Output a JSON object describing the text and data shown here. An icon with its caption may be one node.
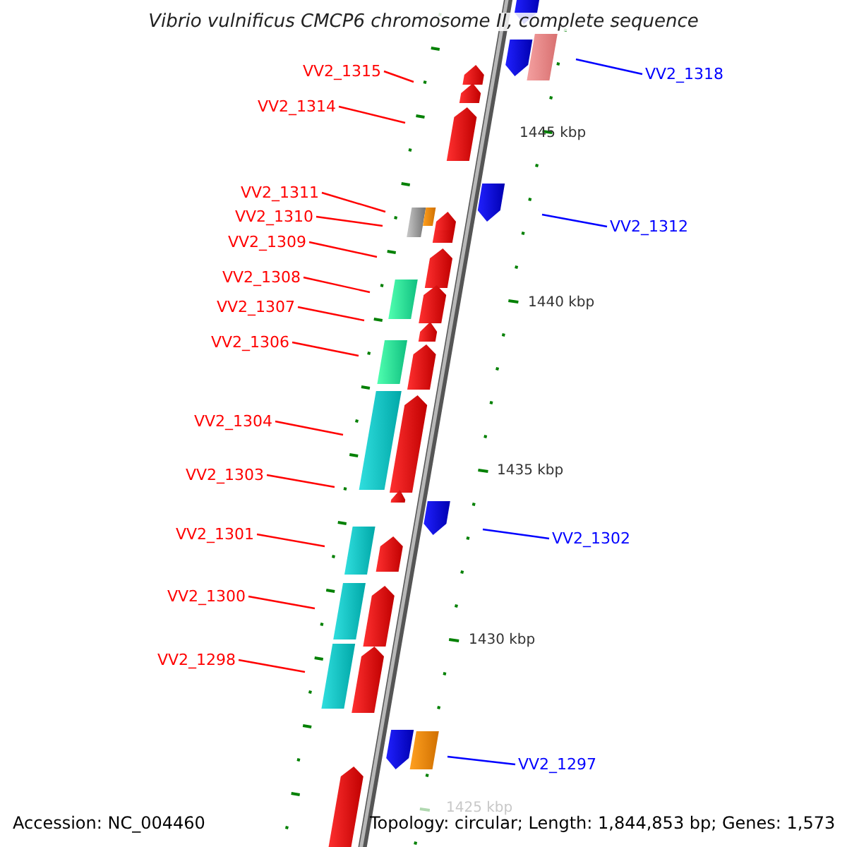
{
  "diagram": {
    "title": "Vibrio vulnificus CMCP6 chromosome II, complete sequence",
    "nodes": [
      {
        "text": [
          "VV2_1315"
        ]
      },
      {
        "text": [
          "VV2_1314"
        ]
      },
      {
        "text": [
          "VV2_1311"
        ]
      },
      {
        "text": [
          "VV2_1310"
        ]
      },
      {
        "text": [
          "VV2_1309"
        ]
      },
      {
        "text": [
          "VV2_1308"
        ]
      },
      {
        "text": [
          "VV2_1307"
        ]
      },
      {
        "text": [
          "VV2_1306"
        ]
      },
      {
        "text": [
          "VV2_1304"
        ]
      },
      {
        "text": [
          "VV2_1303"
        ]
      },
      {
        "text": [
          "VV2_1301"
        ]
      },
      {
        "text": [
          "VV2_1300"
        ]
      },
      {
        "text": [
          "VV2_1298"
        ]
      },
      {
        "text": [
          "VV2_1318"
        ]
      },
      {
        "text": [
          "VV2_1312"
        ]
      },
      {
        "text": [
          "VV2_1302"
        ]
      },
      {
        "text": [
          "VV2_1297"
        ]
      }
    ],
    "edges": [
      {
        "from": 0,
        "to": null,
        "arrow": "none"
      },
      {
        "from": 1,
        "to": null,
        "arrow": "none"
      },
      {
        "from": 2,
        "to": null,
        "arrow": "none"
      },
      {
        "from": 3,
        "to": null,
        "arrow": "none"
      },
      {
        "from": 4,
        "to": null,
        "arrow": "none"
      },
      {
        "from": 5,
        "to": null,
        "arrow": "none"
      },
      {
        "from": 6,
        "to": null,
        "arrow": "none"
      },
      {
        "from": 7,
        "to": null,
        "arrow": "none"
      },
      {
        "from": 8,
        "to": null,
        "arrow": "none"
      },
      {
        "from": 9,
        "to": null,
        "arrow": "none"
      },
      {
        "from": 10,
        "to": null,
        "arrow": "none"
      },
      {
        "from": 11,
        "to": null,
        "arrow": "none"
      },
      {
        "from": 12,
        "to": null,
        "arrow": "none"
      },
      {
        "from": 13,
        "to": null,
        "arrow": "none",
        "color": "#0000ff"
      },
      {
        "from": 14,
        "to": null,
        "arrow": "none",
        "color": "#0000ff"
      },
      {
        "from": 15,
        "to": null,
        "arrow": "none",
        "color": "#0000ff"
      },
      {
        "from": 16,
        "to": null,
        "arrow": "none",
        "color": "#0000ff"
      }
    ],
    "labels": [
      "1445 kbp",
      "1440 kbp",
      "1435 kbp",
      "1430 kbp",
      "1425 kbp",
      "Accession: NC_004460",
      "Topology: circular; Length: 1,844,853 bp; Genes: 1,573"
    ]
  }
}
